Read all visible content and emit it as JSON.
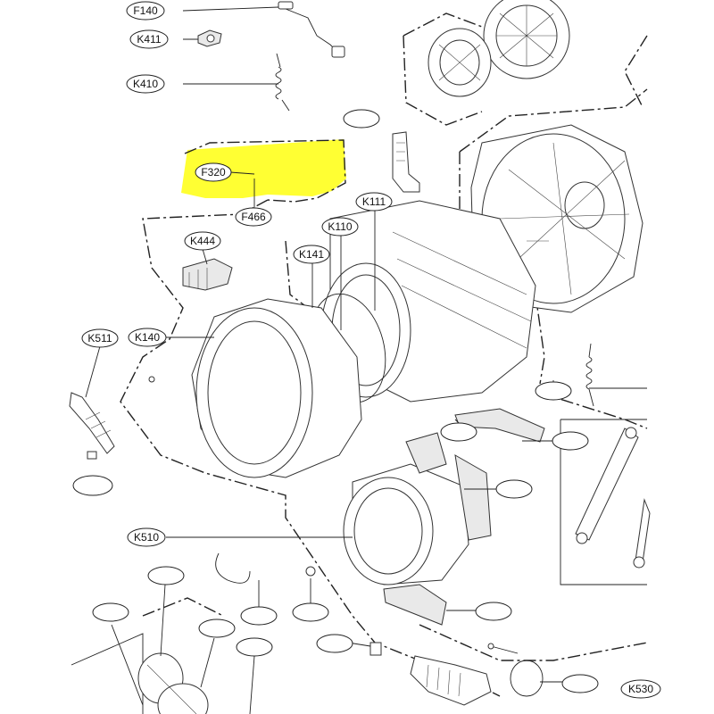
{
  "labels": {
    "f140": "F140",
    "k411": "K411",
    "k410": "K410",
    "f320": "F320",
    "f466": "F466",
    "k111": "K111",
    "k110": "K110",
    "k141": "K141",
    "k444": "K444",
    "k511": "K511",
    "k140": "K140",
    "k510": "K510",
    "k530": "K530"
  },
  "colors": {
    "highlight": "#ffff33",
    "line": "#222222"
  }
}
